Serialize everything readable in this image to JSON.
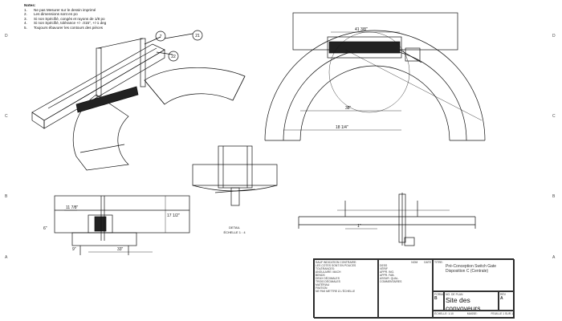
{
  "notes": {
    "header": "Notes:",
    "items": [
      {
        "num": "1.",
        "text": "Ne pas Mesurer sur le dessin imprimé"
      },
      {
        "num": "2.",
        "text": "Les dimensions sont en po"
      },
      {
        "num": "3.",
        "text": "Si non Spécifié, congés et rayons de 1/8 po"
      },
      {
        "num": "4.",
        "text": "Si non Spécifié, tolérance +/- .015\", +/-1 deg"
      },
      {
        "num": "5.",
        "text": "Toujours ébavurer les contours des pièces"
      }
    ]
  },
  "zones": {
    "left": [
      "D",
      "C",
      "B",
      "A"
    ],
    "right": [
      "D",
      "C",
      "B",
      "A"
    ]
  },
  "balloons": [
    "7",
    "21",
    "22"
  ],
  "dims": {
    "top_width": "41 3/8\"",
    "arc_inner": "38\"",
    "arc_outer": "18 1/4\"",
    "front_height": "17 1/2\"",
    "front_small": "11 7/8\"",
    "front_bottom": "33\"",
    "front_left": "6\"",
    "front_tiny": "9\"",
    "side_dim": "1\""
  },
  "detail_label": {
    "line1": "DETAIL",
    "line2": "ÉCHELLE 1 : 4"
  },
  "title_block": {
    "left_labels": [
      "SAUF INDICATION CONTRAIRE:",
      "LES COTES SONT EN POUCES",
      "TOLÉRANCES:",
      "ANGULAIRE: MACH",
      "BENDS",
      "DEUX DÉCIMALES",
      "TROIS DÉCIMALES",
      "MATÉRIAU",
      "FINITION",
      "NE PAS METTRE À L'ÉCHELLE"
    ],
    "col_headers": [
      "NOM",
      "DATE"
    ],
    "roles": [
      "DESS",
      "VÉRIF",
      "APPR. ING.",
      "APPR. FAB.",
      "ASSUR. QUAL.",
      "COMMENTAIRES"
    ],
    "title_label": "TITRE:",
    "title_line1": "Pré-Conception Switch Gate",
    "title_line2": "Disposition C (Centrale)",
    "format_label": "FORMAT",
    "format_value": "B",
    "plan_label": "NO. DE PLAN",
    "plan_value": "Site des convoyeurs",
    "rev_label": "RÉV",
    "rev_value": "A",
    "scale": "ÉCHELLE: 1:10",
    "mass": "MASSE:",
    "sheet": "FEUILLE 1 SUR 1"
  }
}
